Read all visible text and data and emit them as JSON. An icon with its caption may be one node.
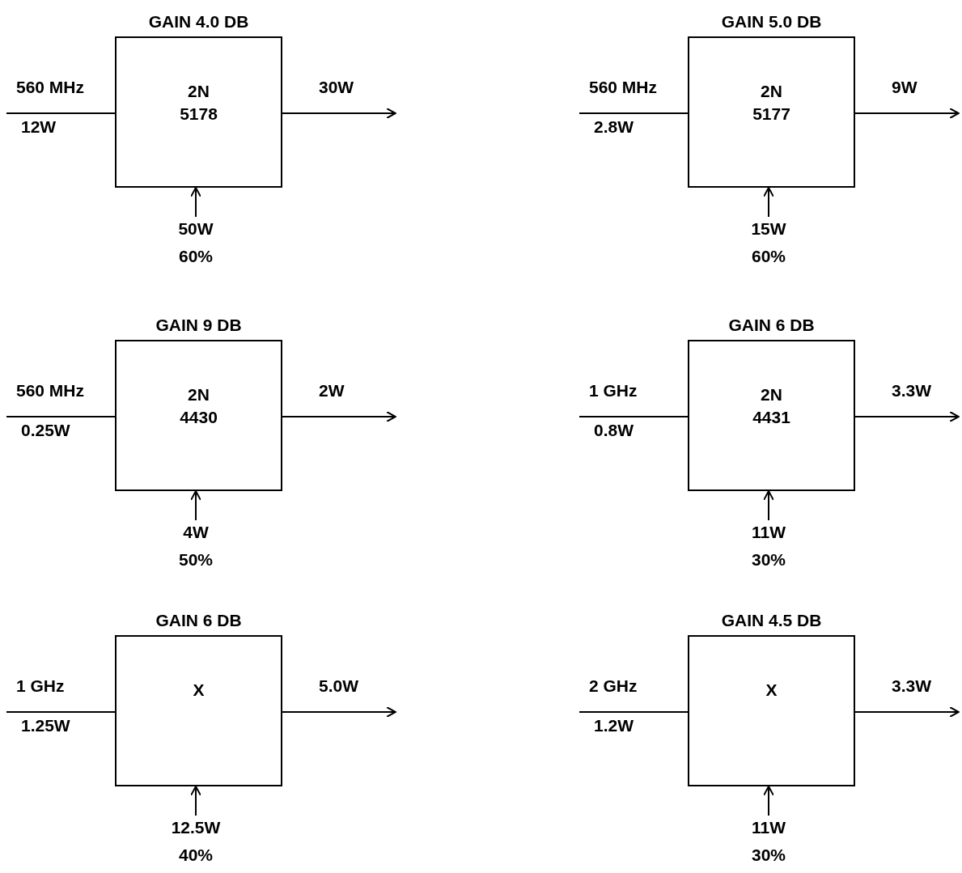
{
  "diagram": {
    "nodes": [
      {
        "text": [
          "GAIN 4.0 DB",
          "2N 5178"
        ],
        "beside": [
          "560 MHz",
          "12W",
          "30W",
          "50W",
          "60%"
        ]
      },
      {
        "text": [
          "GAIN 5.0 DB",
          "2N 5177"
        ],
        "beside": [
          "560 MHz",
          "2.8W",
          "9W",
          "15W",
          "60%"
        ]
      },
      {
        "text": [
          "GAIN 9 DB",
          "2N 4430"
        ],
        "beside": [
          "560 MHz",
          "0.25W",
          "2W",
          "4W",
          "50%"
        ]
      },
      {
        "text": [
          "GAIN 6 DB",
          "2N 4431"
        ],
        "beside": [
          "1 GHz",
          "0.8W",
          "3.3W",
          "11W",
          "30%"
        ]
      },
      {
        "text": [
          "GAIN 6 DB",
          "X"
        ],
        "beside": [
          "1 GHz",
          "1.25W",
          "5.0W",
          "12.5W",
          "40%"
        ]
      },
      {
        "text": [
          "GAIN 4.5 DB",
          "X"
        ],
        "beside": [
          "2 GHz",
          "1.2W",
          "3.3W",
          "11W",
          "30%"
        ]
      }
    ],
    "edges": [
      {
        "from": null,
        "to": 0,
        "arrow": "none"
      },
      {
        "from": 0,
        "to": null,
        "arrow": "to"
      },
      {
        "from": null,
        "to": 0,
        "arrow": "to"
      },
      {
        "from": null,
        "to": 1,
        "arrow": "none"
      },
      {
        "from": 1,
        "to": null,
        "arrow": "to"
      },
      {
        "from": null,
        "to": 1,
        "arrow": "to"
      },
      {
        "from": null,
        "to": 2,
        "arrow": "none"
      },
      {
        "from": 2,
        "to": null,
        "arrow": "to"
      },
      {
        "from": null,
        "to": 2,
        "arrow": "to"
      },
      {
        "from": null,
        "to": 3,
        "arrow": "none"
      },
      {
        "from": 3,
        "to": null,
        "arrow": "to"
      },
      {
        "from": null,
        "to": 3,
        "arrow": "to"
      },
      {
        "from": null,
        "to": 4,
        "arrow": "none"
      },
      {
        "from": 4,
        "to": null,
        "arrow": "to"
      },
      {
        "from": null,
        "to": 4,
        "arrow": "to"
      },
      {
        "from": null,
        "to": 5,
        "arrow": "none"
      },
      {
        "from": 5,
        "to": null,
        "arrow": "to"
      },
      {
        "from": null,
        "to": 5,
        "arrow": "to"
      }
    ]
  }
}
